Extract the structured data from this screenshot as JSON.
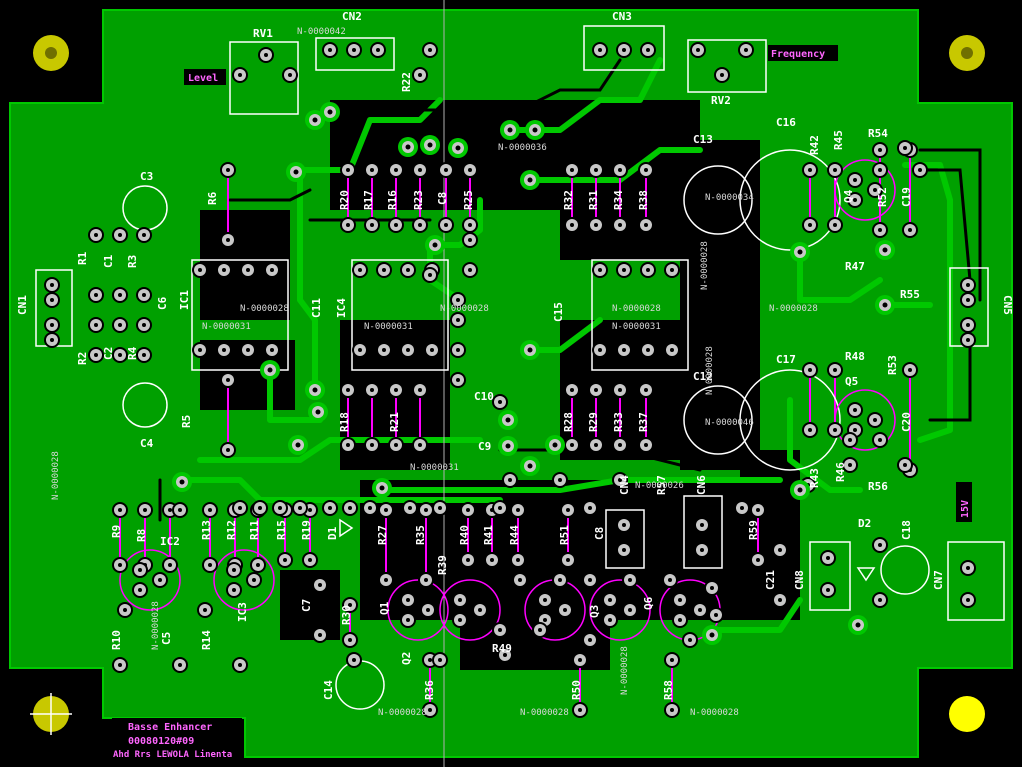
{
  "colors": {
    "background": "#000000",
    "copper": "#00a000",
    "copper_edge": "#00c800",
    "pad": "#c8c8c8",
    "drill": "#000000",
    "silk": "#ffffff",
    "fab": "#ff00ff",
    "netlabel": "#d0d0d0",
    "hole": "#c8c800",
    "cursor": "#ffffff"
  },
  "title_block": {
    "line1": "Basse Enhancer",
    "line2": "00080120#09",
    "line3": "Ahd Rrs LEWOLA Linenta"
  },
  "side_labels": {
    "level": "Level",
    "frequency": "Frequency",
    "voltage": "15V"
  },
  "components": [
    {
      "ref": "RV1",
      "id": "rv1"
    },
    {
      "ref": "CN2",
      "id": "cn2"
    },
    {
      "ref": "CN3",
      "id": "cn3"
    },
    {
      "ref": "RV2",
      "id": "rv2"
    },
    {
      "ref": "R22",
      "id": "r22"
    },
    {
      "ref": "C3",
      "id": "c3"
    },
    {
      "ref": "C4",
      "id": "c4"
    },
    {
      "ref": "R6",
      "id": "r6"
    },
    {
      "ref": "R5",
      "id": "r5"
    },
    {
      "ref": "R1",
      "id": "r1"
    },
    {
      "ref": "C1",
      "id": "c1"
    },
    {
      "ref": "R3",
      "id": "r3"
    },
    {
      "ref": "R2",
      "id": "r2"
    },
    {
      "ref": "C2",
      "id": "c2"
    },
    {
      "ref": "R4",
      "id": "r4"
    },
    {
      "ref": "C6",
      "id": "c6"
    },
    {
      "ref": "IC1",
      "id": "ic1"
    },
    {
      "ref": "CN1",
      "id": "cn1"
    },
    {
      "ref": "R20",
      "id": "r20"
    },
    {
      "ref": "R17",
      "id": "r17"
    },
    {
      "ref": "R16",
      "id": "r16"
    },
    {
      "ref": "R23",
      "id": "r23"
    },
    {
      "ref": "C8",
      "id": "c8"
    },
    {
      "ref": "R25",
      "id": "r25"
    },
    {
      "ref": "C11",
      "id": "c11"
    },
    {
      "ref": "IC4",
      "id": "ic4"
    },
    {
      "ref": "R18",
      "id": "r18"
    },
    {
      "ref": "R21",
      "id": "r21"
    },
    {
      "ref": "C10",
      "id": "c10"
    },
    {
      "ref": "C9",
      "id": "c9"
    },
    {
      "ref": "R32",
      "id": "r32"
    },
    {
      "ref": "R31",
      "id": "r31"
    },
    {
      "ref": "R34",
      "id": "r34"
    },
    {
      "ref": "R38",
      "id": "r38"
    },
    {
      "ref": "C15",
      "id": "c15"
    },
    {
      "ref": "R28",
      "id": "r28"
    },
    {
      "ref": "R29",
      "id": "r29"
    },
    {
      "ref": "R33",
      "id": "r33"
    },
    {
      "ref": "R37",
      "id": "r37"
    },
    {
      "ref": "C13",
      "id": "c13"
    },
    {
      "ref": "C12",
      "id": "c12"
    },
    {
      "ref": "C16",
      "id": "c16"
    },
    {
      "ref": "R42",
      "id": "r42"
    },
    {
      "ref": "R45",
      "id": "r45"
    },
    {
      "ref": "R54",
      "id": "r54"
    },
    {
      "ref": "Q4",
      "id": "q4"
    },
    {
      "ref": "R52",
      "id": "r52"
    },
    {
      "ref": "C19",
      "id": "c19"
    },
    {
      "ref": "R47",
      "id": "r47"
    },
    {
      "ref": "R55",
      "id": "r55"
    },
    {
      "ref": "CN5",
      "id": "cn5"
    },
    {
      "ref": "C17",
      "id": "c17"
    },
    {
      "ref": "R48",
      "id": "r48"
    },
    {
      "ref": "Q5",
      "id": "q5"
    },
    {
      "ref": "R53",
      "id": "r53"
    },
    {
      "ref": "C20",
      "id": "c20"
    },
    {
      "ref": "R43",
      "id": "r43"
    },
    {
      "ref": "R46",
      "id": "r46"
    },
    {
      "ref": "R56",
      "id": "r56"
    },
    {
      "ref": "R9",
      "id": "r9"
    },
    {
      "ref": "R8",
      "id": "r8"
    },
    {
      "ref": "IC2",
      "id": "ic2"
    },
    {
      "ref": "R10",
      "id": "r10"
    },
    {
      "ref": "C5",
      "id": "c5"
    },
    {
      "ref": "R13",
      "id": "r13"
    },
    {
      "ref": "R12",
      "id": "r12"
    },
    {
      "ref": "R11",
      "id": "r11"
    },
    {
      "ref": "IC3",
      "id": "ic3"
    },
    {
      "ref": "R14",
      "id": "r14"
    },
    {
      "ref": "R15",
      "id": "r15"
    },
    {
      "ref": "R19",
      "id": "r19"
    },
    {
      "ref": "D1",
      "id": "d1"
    },
    {
      "ref": "R27",
      "id": "r27"
    },
    {
      "ref": "R35",
      "id": "r35"
    },
    {
      "ref": "C7",
      "id": "c7"
    },
    {
      "ref": "R30",
      "id": "r30"
    },
    {
      "ref": "Q1",
      "id": "q1"
    },
    {
      "ref": "Q2",
      "id": "q2"
    },
    {
      "ref": "R39",
      "id": "r39"
    },
    {
      "ref": "R36",
      "id": "r36"
    },
    {
      "ref": "C14",
      "id": "c14"
    },
    {
      "ref": "R40",
      "id": "r40"
    },
    {
      "ref": "R41",
      "id": "r41"
    },
    {
      "ref": "R44",
      "id": "r44"
    },
    {
      "ref": "R49",
      "id": "r49"
    },
    {
      "ref": "R51",
      "id": "r51"
    },
    {
      "ref": "Q3",
      "id": "q3"
    },
    {
      "ref": "R50",
      "id": "r50"
    },
    {
      "ref": "CN4",
      "id": "cn4"
    },
    {
      "ref": "C8",
      "id": "c8b"
    },
    {
      "ref": "R57",
      "id": "r57"
    },
    {
      "ref": "Q6",
      "id": "q6"
    },
    {
      "ref": "CN6",
      "id": "cn6"
    },
    {
      "ref": "R58",
      "id": "r58"
    },
    {
      "ref": "R59",
      "id": "r59"
    },
    {
      "ref": "C21",
      "id": "c21"
    },
    {
      "ref": "CN8",
      "id": "cn8"
    },
    {
      "ref": "D2",
      "id": "d2"
    },
    {
      "ref": "C18",
      "id": "c18"
    },
    {
      "ref": "CN7",
      "id": "cn7"
    }
  ],
  "nets": [
    {
      "name": "N-0000042",
      "id": "n42"
    },
    {
      "name": "N-0000036",
      "id": "n36a"
    },
    {
      "name": "N-0000034",
      "id": "n34"
    },
    {
      "name": "N-0000028",
      "id": "n28a"
    },
    {
      "name": "N-0000031",
      "id": "n31a"
    },
    {
      "name": "N-0000028",
      "id": "n28b"
    },
    {
      "name": "N-0000031",
      "id": "n31b"
    },
    {
      "name": "N-0000028",
      "id": "n28c"
    },
    {
      "name": "N-0000031",
      "id": "n31c"
    },
    {
      "name": "N-0000028",
      "id": "n28d"
    },
    {
      "name": "N-0000046",
      "id": "n46"
    },
    {
      "name": "N-0000031",
      "id": "n31d"
    },
    {
      "name": "N-0000026",
      "id": "n26"
    },
    {
      "name": "N-0000028",
      "id": "n28e"
    },
    {
      "name": "N-0000028",
      "id": "n28f"
    },
    {
      "name": "N-0000028",
      "id": "n28g"
    },
    {
      "name": "N-0000028",
      "id": "n28h"
    },
    {
      "name": "N-0000028",
      "id": "n28i"
    },
    {
      "name": "N-0000028",
      "id": "n28j"
    },
    {
      "name": "N-0000028",
      "id": "n28k"
    },
    {
      "name": "N-0000028",
      "id": "n28l"
    }
  ]
}
